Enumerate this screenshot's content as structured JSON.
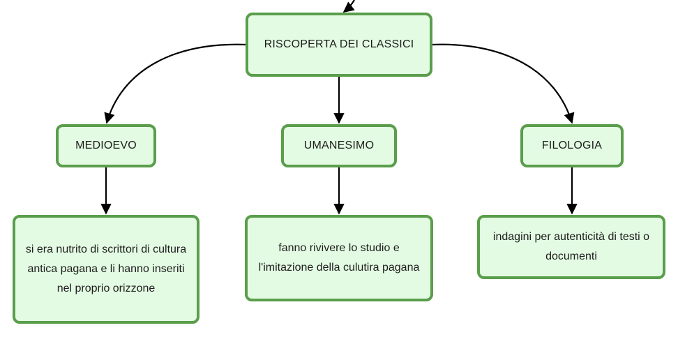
{
  "colors": {
    "node_fill": "#e3fbe3",
    "node_border": "#5a9e4b",
    "connector": "#000000"
  },
  "root": {
    "label": "RISCOPERTA DEI CLASSICI"
  },
  "branches": [
    {
      "label": "MEDIOEVO",
      "description": "si era nutrito di scrittori di cultura antica pagana e li hanno inseriti nel proprio orizzone"
    },
    {
      "label": "UMANESIMO",
      "description": "fanno rivivere lo studio e l'imitazione della culutira pagana"
    },
    {
      "label": "FILOLOGIA",
      "description": "indagini per autenticità di testi o documenti"
    }
  ]
}
